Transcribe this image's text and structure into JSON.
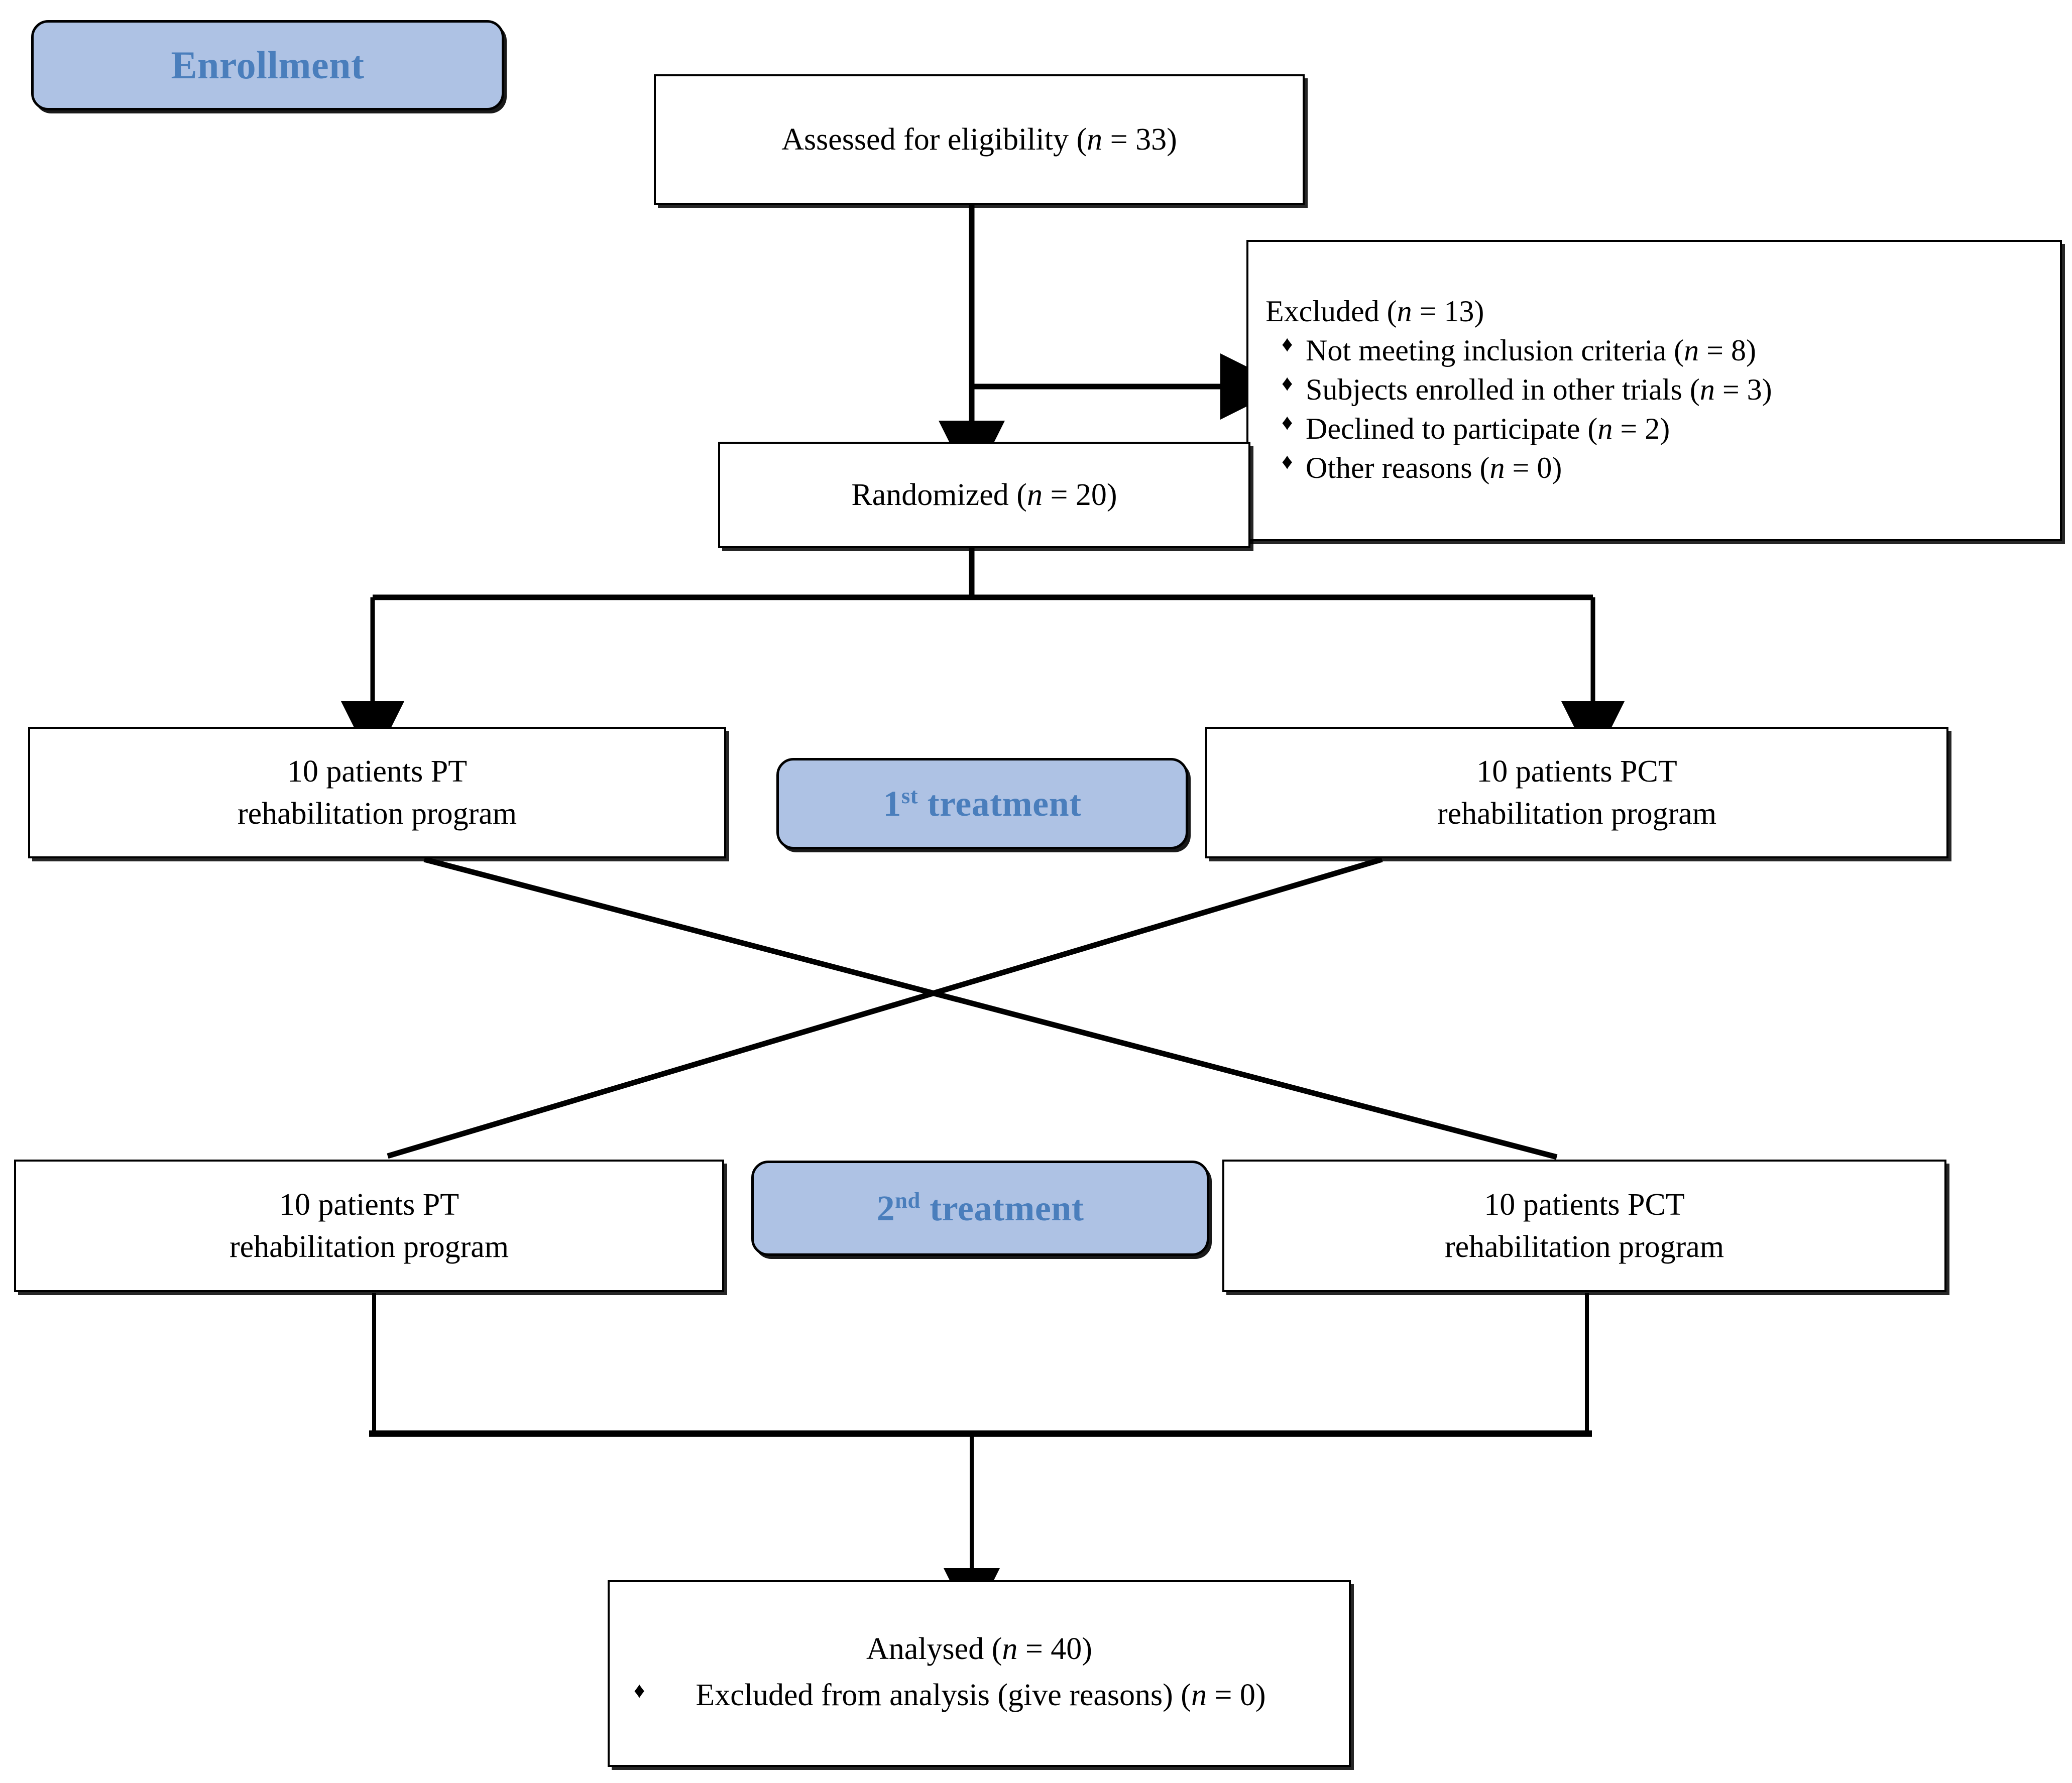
{
  "diagram": {
    "type": "consort-flow-diagram",
    "title": "CONSORT participant flow (crossover trial)"
  },
  "stages": {
    "enrollment": "Enrollment",
    "treatment1_prefix": "1",
    "treatment1_sup": "st",
    "treatment1_suffix": " treatment",
    "treatment2_prefix": "2",
    "treatment2_sup": "nd",
    "treatment2_suffix": " treatment"
  },
  "boxes": {
    "assessed": {
      "text_before": "Assessed for eligibility (",
      "italic_n": "n",
      "text_after": " = 33)"
    },
    "randomized": {
      "text_before": "Randomized (",
      "italic_n": "n",
      "text_after": " = 20)"
    },
    "excluded": {
      "title_before": "Excluded  (",
      "title_italic_n": "n",
      "title_after": " = 13)",
      "items": [
        {
          "label": "Not meeting inclusion criteria (",
          "italic_n": "n",
          "value": " = 8)"
        },
        {
          "label": "Subjects enrolled in other trials (",
          "italic_n": "n",
          "value": " = 3)"
        },
        {
          "label": "Declined to participate (",
          "italic_n": "n",
          "value": " = 2)"
        },
        {
          "label": "Other reasons (",
          "italic_n": "n",
          "value": " = 0)"
        }
      ]
    },
    "t1_left": {
      "line1": "10 patients PT",
      "line2": "rehabilitation program"
    },
    "t1_right": {
      "line1": "10 patients PCT",
      "line2": "rehabilitation program"
    },
    "t2_left": {
      "line1": "10 patients PT",
      "line2": "rehabilitation program"
    },
    "t2_right": {
      "line1": "10 patients PCT",
      "line2": "rehabilitation program"
    },
    "analysed": {
      "line1_before": "Analysed  (",
      "line1_italic_n": "n",
      "line1_after": " = 40)",
      "bullet": "♦",
      "line2_before": "Excluded from analysis (give reasons) (",
      "line2_italic_n": "n",
      "line2_after": " = 0)"
    }
  },
  "colors": {
    "badge_fill": "#aec2e4",
    "badge_text": "#4a7ebc",
    "stroke": "#000000",
    "background": "#ffffff"
  },
  "counts": {
    "assessed_n": 33,
    "excluded_n": 13,
    "not_meeting_inclusion_n": 8,
    "enrolled_other_trials_n": 3,
    "declined_n": 2,
    "other_reasons_n": 0,
    "randomized_n": 20,
    "arm_pt_n": 10,
    "arm_pct_n": 10,
    "analysed_n": 40,
    "excluded_from_analysis_n": 0
  }
}
